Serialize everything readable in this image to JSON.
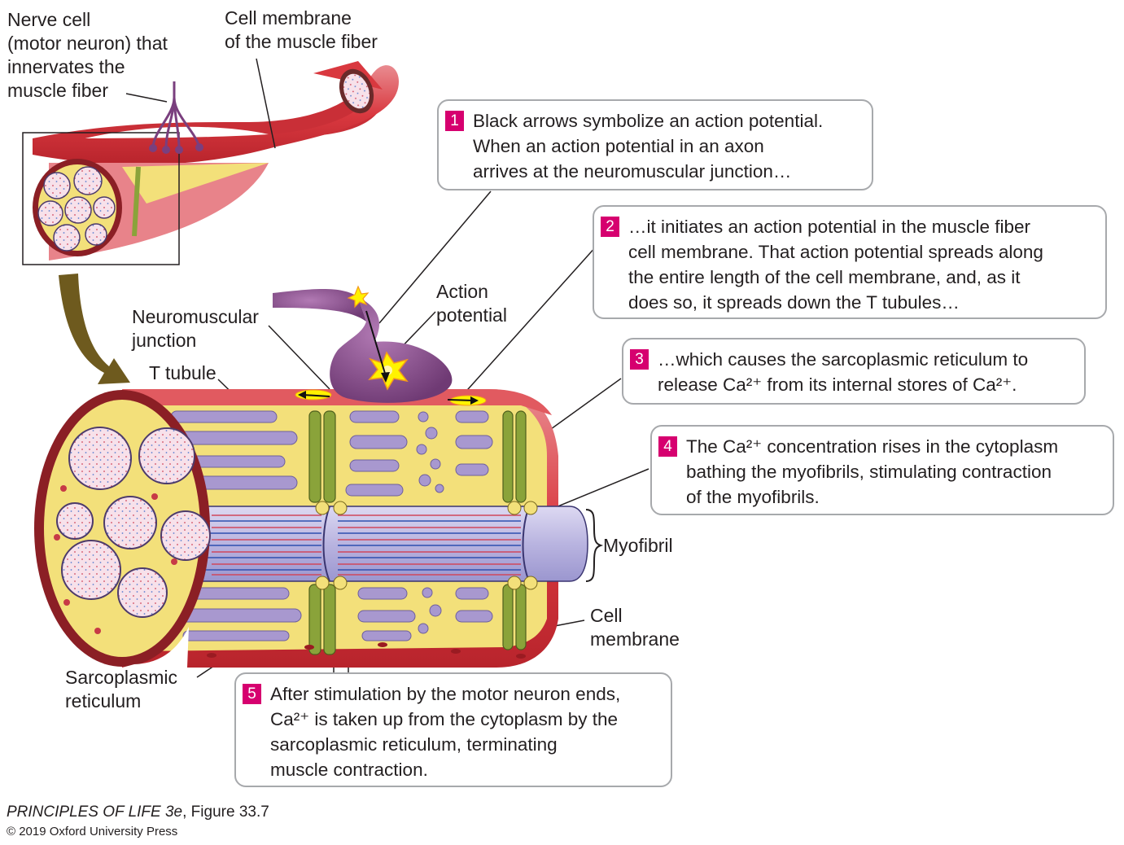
{
  "labels": {
    "nerve_cell": [
      "Nerve cell",
      "(motor neuron) that",
      "innervates the",
      "muscle fiber"
    ],
    "cell_membrane_fiber": [
      "Cell membrane",
      "of the muscle fiber"
    ],
    "action_potential": [
      "Action",
      "potential"
    ],
    "neuromuscular_junction": [
      "Neuromuscular",
      "junction"
    ],
    "t_tubule": "T tubule",
    "myofibril": "Myofibril",
    "cell_membrane": [
      "Cell",
      "membrane"
    ],
    "sarcoplasmic_reticulum": [
      "Sarcoplasmic",
      "reticulum"
    ]
  },
  "steps": [
    {
      "num": "1",
      "lines": [
        "Black arrows symbolize an action potential.",
        "When an action potential in an axon",
        "arrives at the neuromuscular junction…"
      ]
    },
    {
      "num": "2",
      "lines": [
        "…it initiates an action potential in the muscle fiber",
        "cell membrane. That action potential spreads along",
        "the entire length of the cell membrane, and, as it",
        "does so, it spreads down the T tubules…"
      ]
    },
    {
      "num": "3",
      "lines": [
        "…which causes the sarcoplasmic reticulum to",
        "release Ca²⁺ from its internal stores of Ca²⁺."
      ]
    },
    {
      "num": "4",
      "lines": [
        "The Ca²⁺ concentration rises in the cytoplasm",
        "bathing the myofibrils, stimulating contraction",
        "of the myofibrils."
      ]
    },
    {
      "num": "5",
      "lines": [
        "After stimulation by the motor neuron ends,",
        "Ca²⁺ is taken up from the cytoplasm by the",
        "sarcoplasmic reticulum, terminating",
        "muscle contraction."
      ]
    }
  ],
  "credit": {
    "title": "PRINCIPLES OF LIFE 3e",
    "figure": ", Figure 33.7",
    "copyright": "© 2019 Oxford University Press"
  },
  "colors": {
    "membrane_red": "#d9383f",
    "muscle_pink": "#e8838a",
    "sr_yellow": "#f3e07a",
    "t_tubule_green": "#8aa33a",
    "neuron_purple": "#8a4e8e",
    "myofibril_lilac": "#c7c3e6",
    "callout_badge": "#d6006f",
    "big_arrow": "#6e5a1e"
  }
}
